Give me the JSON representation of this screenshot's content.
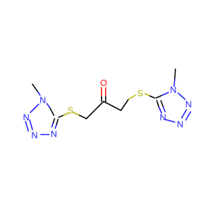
{
  "molecule": {
    "atoms": {
      "o1": "O",
      "s1": "S",
      "s2": "S",
      "n1": "N",
      "n2": "N",
      "n3": "N",
      "n4": "N",
      "n5": "N",
      "n6": "N",
      "n7": "N",
      "n8": "N"
    },
    "colors": {
      "carbon": "#000000",
      "nitrogen": "#2020ff",
      "sulfur": "#b2b200",
      "oxygen": "#ff0d0d"
    }
  }
}
